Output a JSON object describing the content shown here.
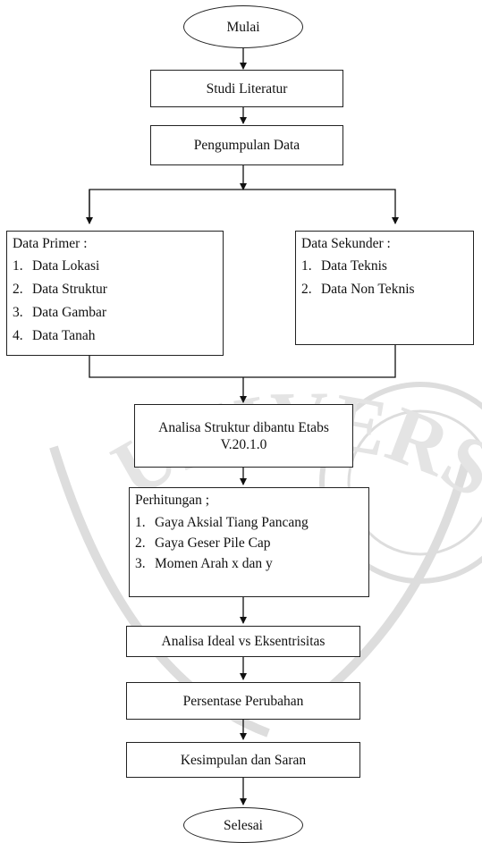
{
  "flowchart": {
    "start": "Mulai",
    "steps": {
      "studi_literatur": "Studi Literatur",
      "pengumpulan_data": "Pengumpulan Data",
      "analisa_struktur": "Analisa Struktur dibantu Etabs V.20.1.0",
      "analisa_ideal": "Analisa Ideal vs Eksentrisitas",
      "persentase": "Persentase Perubahan",
      "kesimpulan": "Kesimpulan dan Saran"
    },
    "data_primer": {
      "title": "Data Primer :",
      "items": [
        {
          "num": "1.",
          "text": "Data Lokasi"
        },
        {
          "num": "2.",
          "text": "Data Struktur"
        },
        {
          "num": "3.",
          "text": "Data Gambar"
        },
        {
          "num": "4.",
          "text": "Data Tanah"
        }
      ]
    },
    "data_sekunder": {
      "title": "Data Sekunder :",
      "items": [
        {
          "num": "1.",
          "text": "Data Teknis"
        },
        {
          "num": "2.",
          "text": "Data Non Teknis"
        }
      ]
    },
    "perhitungan": {
      "title": "Perhitungan ;",
      "items": [
        {
          "num": "1.",
          "text": "Gaya Aksial Tiang Pancang"
        },
        {
          "num": "2.",
          "text": "Gaya Geser Pile Cap"
        },
        {
          "num": "3.",
          "text": "Momen Arah x dan y"
        }
      ]
    },
    "end": "Selesai"
  },
  "watermark": {
    "text": "UNIVERSITAS MUHAMMADIYAH JEMBER",
    "color": "#d9d9d9"
  }
}
